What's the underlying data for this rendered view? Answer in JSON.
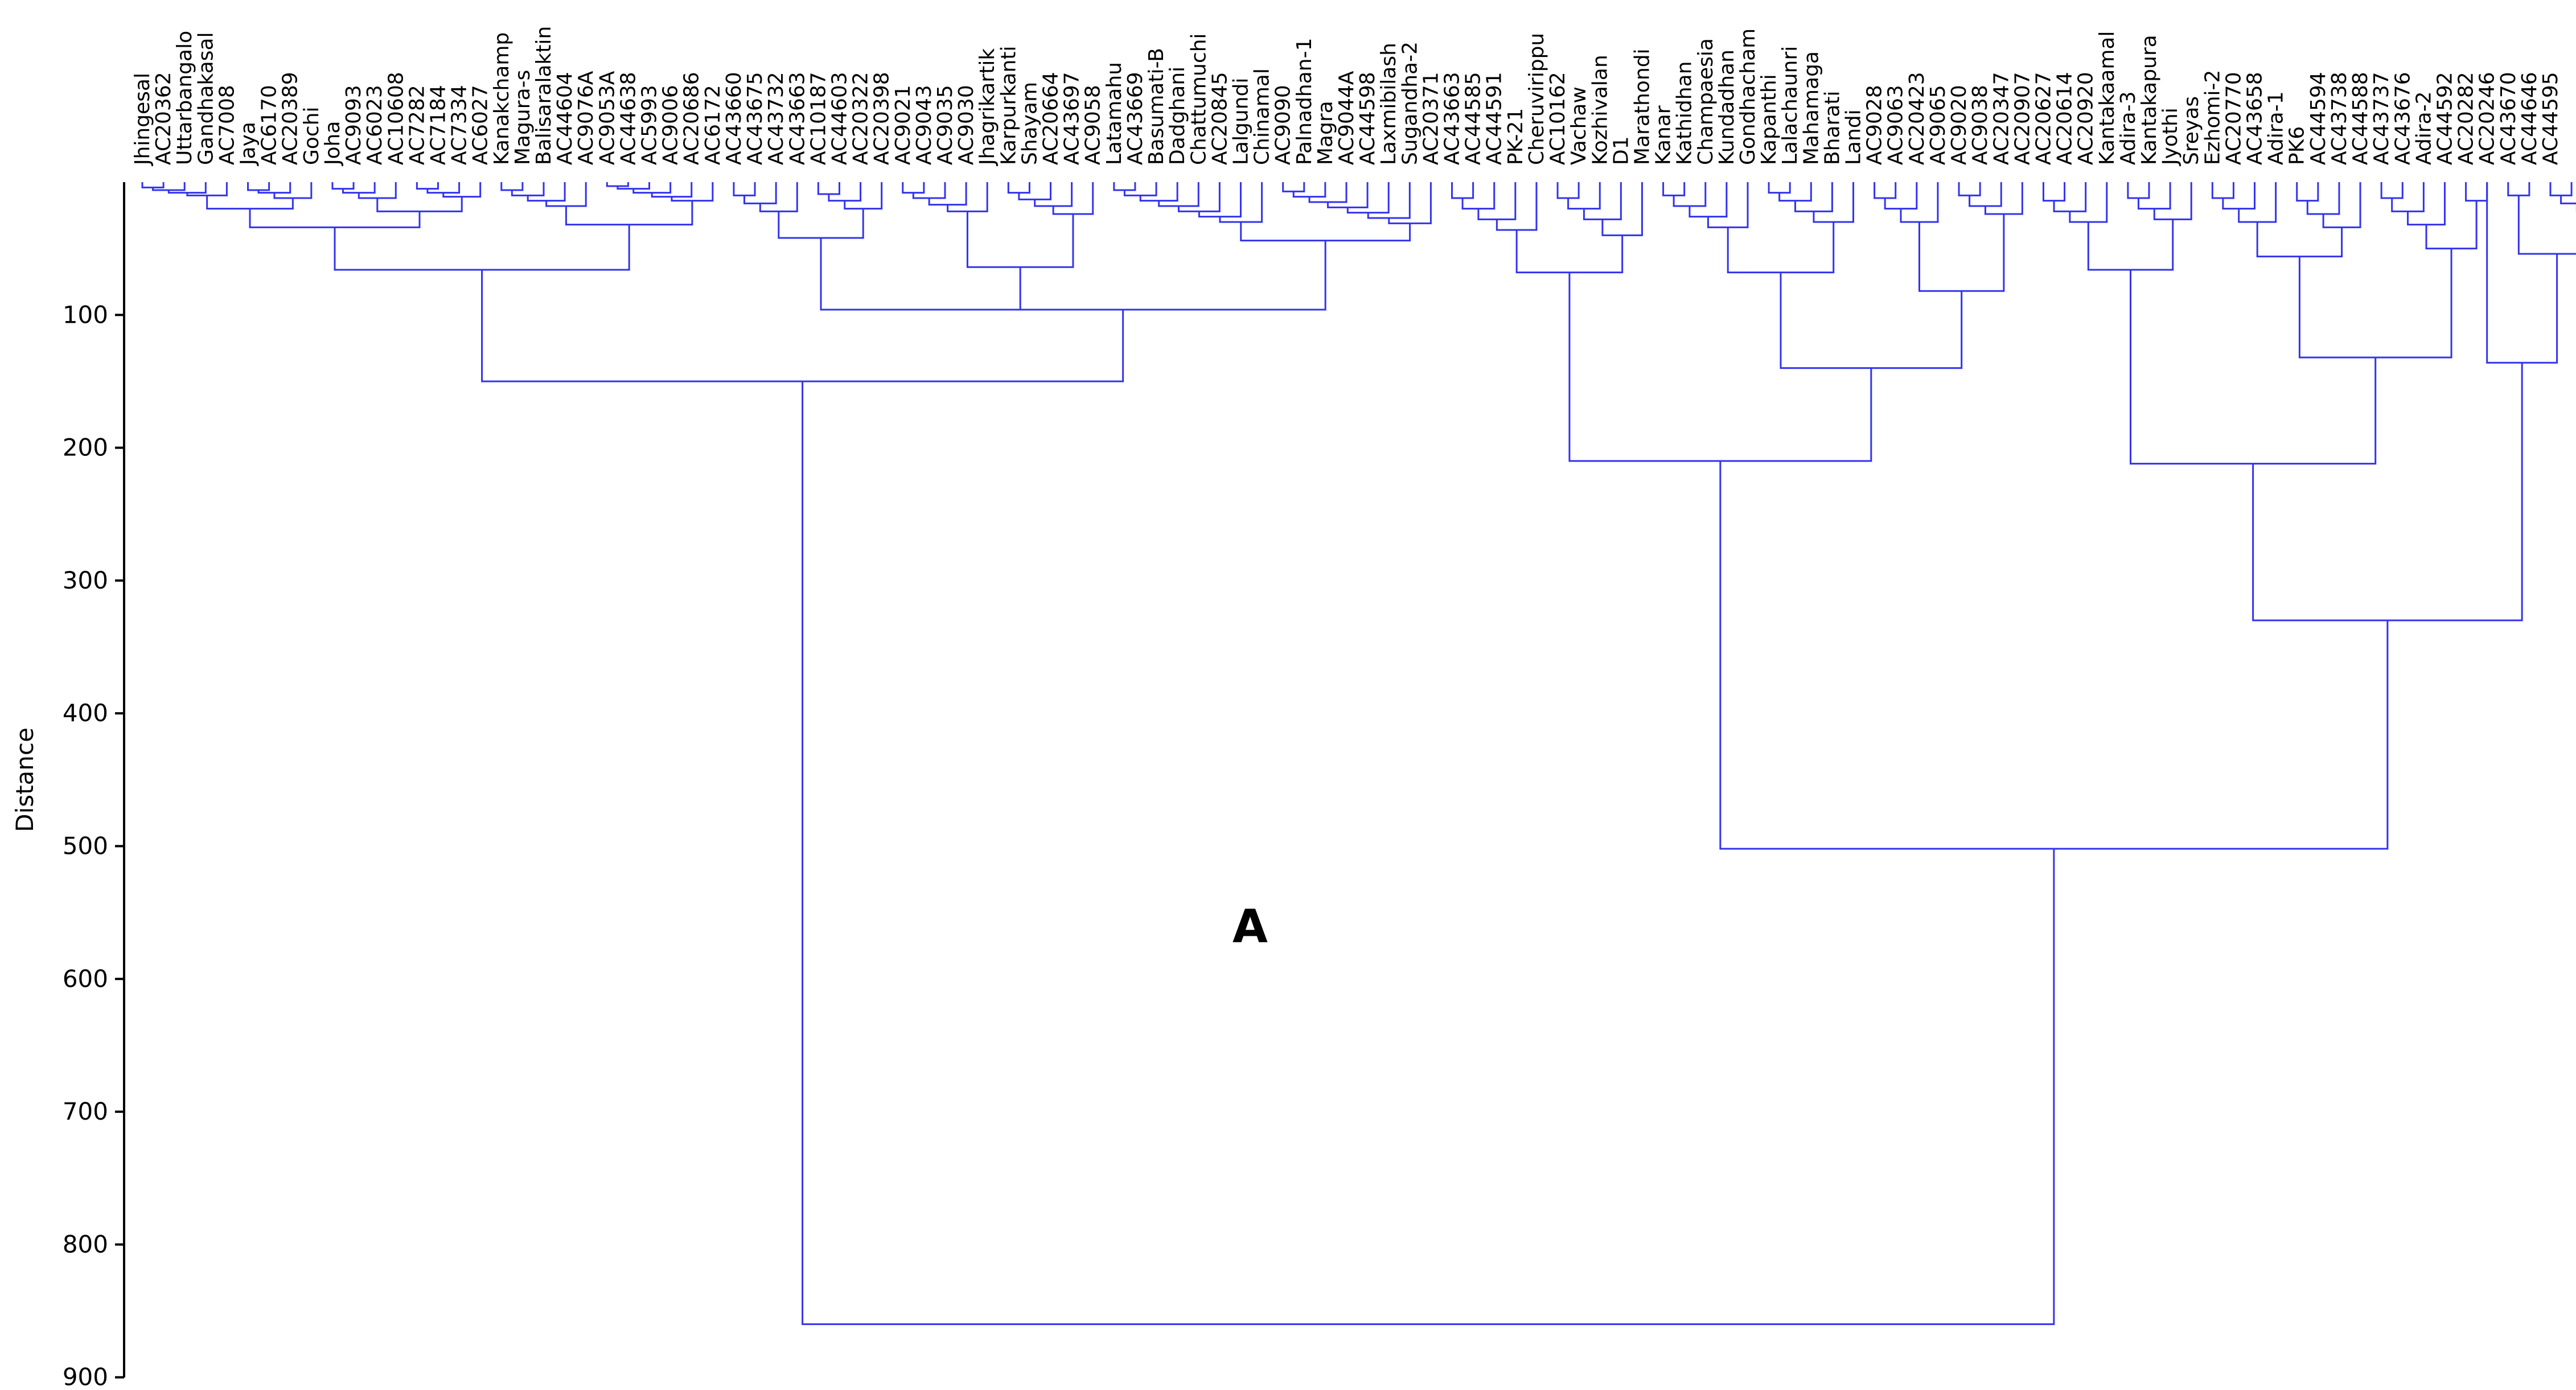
{
  "chart_data": {
    "type": "dendrogram",
    "ylabel": "Distance",
    "ylim": [
      0,
      900
    ],
    "yticks": [
      100,
      200,
      300,
      400,
      500,
      600,
      700,
      800,
      900
    ],
    "annotation": "A",
    "leaves": [
      "Jhingesal",
      "AC20362",
      "Uttarbangalo",
      "Gandhakasal",
      "AC7008",
      "Jaya",
      "AC6170",
      "AC20389",
      "Gochi",
      "Joha",
      "AC9093",
      "AC6023",
      "AC10608",
      "AC7282",
      "AC7184",
      "AC7334",
      "AC6027",
      "Kanakchamp",
      "Magura-s",
      "Balisaralaktin",
      "AC44604",
      "AC9076A",
      "AC9053A",
      "AC44638",
      "AC5993",
      "AC9006",
      "AC20686",
      "AC6172",
      "AC43660",
      "AC43675",
      "AC43732",
      "AC43663",
      "AC10187",
      "AC44603",
      "AC20322",
      "AC20398",
      "AC9021",
      "AC9043",
      "AC9035",
      "AC9030",
      "Jhagrikartik",
      "Karpurkanti",
      "Shayam",
      "AC20664",
      "AC43697",
      "AC9058",
      "Latamahu",
      "AC43669",
      "Basumati-B",
      "Dadghani",
      "Chattumuchi",
      "AC20845",
      "Lalgundi",
      "Chinamal",
      "AC9090",
      "Palnadhan-1",
      "Magra",
      "AC9044A",
      "AC44598",
      "Laxmibilash",
      "Sugandha-2",
      "AC20371",
      "AC43663",
      "AC44585",
      "AC44591",
      "PK-21",
      "Cheruvirippu",
      "AC10162",
      "Vachaw",
      "Kozhivalan",
      "D1",
      "Marathondi",
      "Kanar",
      "Kathidhan",
      "Champaesia",
      "Kundadhan",
      "Gondhacham",
      "Kapanthi",
      "Lalachaunri",
      "Mahamaga",
      "Bharati",
      "Landi",
      "AC9028",
      "AC9063",
      "AC20423",
      "AC9065",
      "AC9020",
      "AC9038",
      "AC20347",
      "AC20907",
      "AC20627",
      "AC20614",
      "AC20920",
      "Kantakaamal",
      "Adira-3",
      "Kantakapura",
      "Jyothi",
      "Sreyas",
      "Ezhomi-2",
      "AC20770",
      "AC43658",
      "Adira-1",
      "PK6",
      "AC44594",
      "AC43738",
      "AC44588",
      "AC43737",
      "AC43676",
      "Adira-2",
      "AC44592",
      "AC20282",
      "AC20246",
      "AC43670",
      "AC44646",
      "AC44595"
    ]
  }
}
